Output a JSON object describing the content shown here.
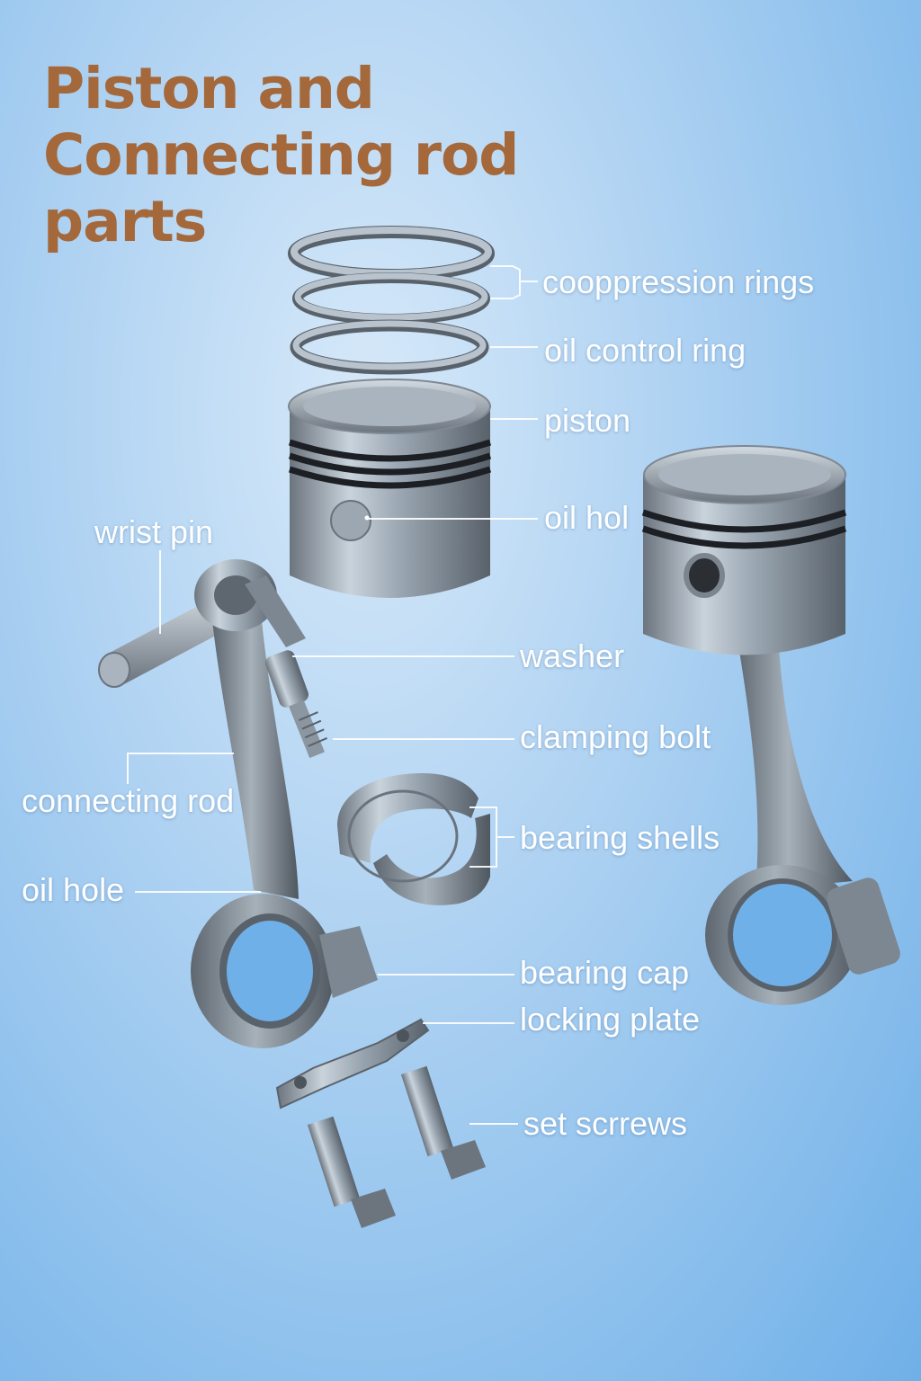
{
  "title": {
    "line1": "Piston and",
    "line2": "Connecting rod",
    "line3": "parts"
  },
  "labels": {
    "compression_rings": "cooppression rings",
    "oil_control_ring": "oil control ring",
    "piston": "piston",
    "oil_hol": "oil hol",
    "wrist_pin": "wrist pin",
    "washer": "washer",
    "clamping_bolt": "clamping bolt",
    "connecting_rod": "connecting rod",
    "bearing_shells": "bearing shells",
    "oil_hole": "oil hole",
    "bearing_cap": "bearing cap",
    "locking_plate": "locking plate",
    "set_screws": "set scrrews"
  },
  "colors": {
    "title": "#a4683a",
    "label": "#ffffff",
    "leader": "#ffffff",
    "metal_light": "#c9d3dc",
    "metal_dark": "#5d6670",
    "ring_groove": "#1c1f24"
  }
}
